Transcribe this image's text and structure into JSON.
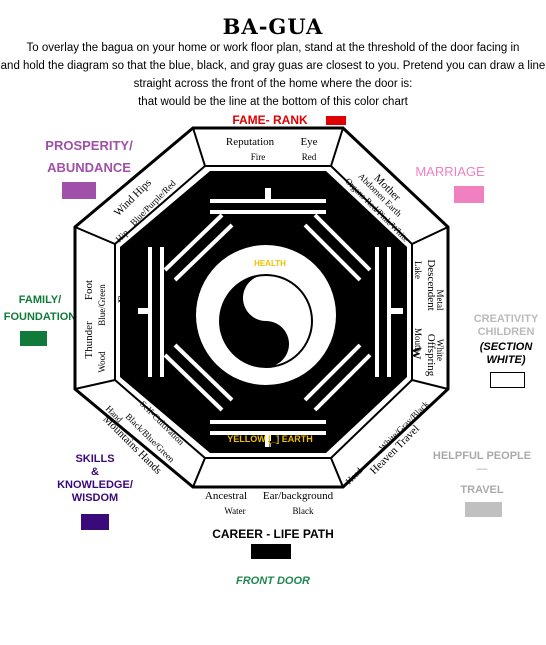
{
  "title": "BA-GUA",
  "intro": [
    "To overlay the bagua on your home or work floor plan, stand at the threshold of the door facing in",
    "and hold the diagram so that the blue, black, and gray guas are closest to you. Pretend you can draw a line",
    "straight across the front of the home where the door is:",
    "that would be the line at the bottom of this color chart"
  ],
  "colors": {
    "fame": "#e00000",
    "prosperity": "#a050a8",
    "marriage": "#f080c0",
    "family": "#107a3a",
    "creativity": "#ffffff",
    "helpful": "#c0c0c0",
    "skills": "#3a0a7a",
    "career": "#000000",
    "center": "#f0c000",
    "front_door": "#208850"
  },
  "labels": {
    "fame": "FAME- RANK",
    "prosperity_1": "PROSPERITY/",
    "prosperity_2": "ABUNDANCE",
    "marriage": "MARRIAGE",
    "family_1": "FAMILY/",
    "family_2": "FOUNDATION",
    "creativity_1": "CREATIVITY",
    "creativity_2": "CHILDREN",
    "creativity_3": "(SECTION",
    "creativity_4": "WHITE)",
    "helpful_1": "HELPFUL PEOPLE",
    "helpful_sep": "—",
    "helpful_2": "TRAVEL",
    "skills_1": "SKILLS",
    "skills_2": "&",
    "skills_3": "KNOWLEDGE/",
    "skills_4": "WISDOM",
    "career": "CAREER - LIFE PATH",
    "front_door": "FRONT DOOR"
  },
  "segments": {
    "south": {
      "line1a": "Reputation",
      "line1b": "Eye",
      "line2a": "Fire",
      "line2b": "Red"
    },
    "southwest": {
      "line1": "Mother",
      "line2": "Abdomen Earth",
      "line3": "Organs Red/Pink/White"
    },
    "west": {
      "line1": "Descendent",
      "line2a": "Lake",
      "line2b": "Metal",
      "line3a": "Offspring",
      "line3b": "Mouth",
      "line3c": "White"
    },
    "northwest": {
      "line1": "White/Gray/Black",
      "line2": "Heaven Travel",
      "line3": "Head"
    },
    "north": {
      "line1a": "Ancestral",
      "line1b": "Ear/background",
      "line2a": "Water",
      "line2b": "Black"
    },
    "northeast": {
      "line1": "Self-Cultivation",
      "line2": "Black/Blue/Green",
      "line3": "Mountains Hands",
      "line4": "Hand"
    },
    "east": {
      "line1a": "Thunder",
      "line1b": "Foot",
      "line2a": "Wood",
      "line2b": "Blue/Green"
    },
    "southeast": {
      "line1": "Wind Hips",
      "line2": "Blue/Purple/Red",
      "line3": "Hip"
    }
  },
  "directions": {
    "south": "S",
    "west": "W",
    "north": "N",
    "east": "E"
  },
  "center": {
    "health": "HEALTH",
    "yellow_earth": "YELLOW [_] EARTH"
  }
}
